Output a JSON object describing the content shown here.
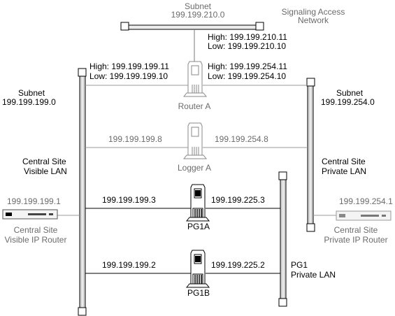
{
  "subnet_top": {
    "title": "Subnet",
    "address": "199.199.210.0"
  },
  "signaling_network": {
    "line1": "Signaling Access",
    "line2": "Network"
  },
  "router_a": {
    "label": "Router A",
    "top_high": "High: 199.199.210.11",
    "top_low": "Low: 199.199.210.10",
    "left_high": "High: 199.199.199.11",
    "left_low": "Low: 199.199.199.10",
    "right_high": "High: 199.199.254.11",
    "right_low": "Low: 199.199.254.10"
  },
  "subnet_left": {
    "title": "Subnet",
    "address": "199.199.199.0"
  },
  "subnet_right": {
    "title": "Subnet",
    "address": "199.199.254.0"
  },
  "logger_a": {
    "label": "Logger A",
    "left_ip": "199.199.199.8",
    "right_ip": "199.199.254.8"
  },
  "visible_lan": {
    "line1": "Central Site",
    "line2": "Visible LAN"
  },
  "private_lan": {
    "line1": "Central Site",
    "line2": "Private LAN"
  },
  "visible_router": {
    "ip": "199.199.199.1",
    "line1": "Central Site",
    "line2": "Visible IP Router"
  },
  "private_router": {
    "ip": "199.199.254.1",
    "line1": "Central Site",
    "line2": "Private IP Router"
  },
  "pg1a": {
    "label": "PG1A",
    "left_ip": "199.199.199.3",
    "right_ip": "199.199.225.3"
  },
  "pg1b": {
    "label": "PG1B",
    "left_ip": "199.199.199.2",
    "right_ip": "199.199.225.2"
  },
  "pg1_lan": {
    "line1": "PG1",
    "line2": "Private LAN"
  }
}
